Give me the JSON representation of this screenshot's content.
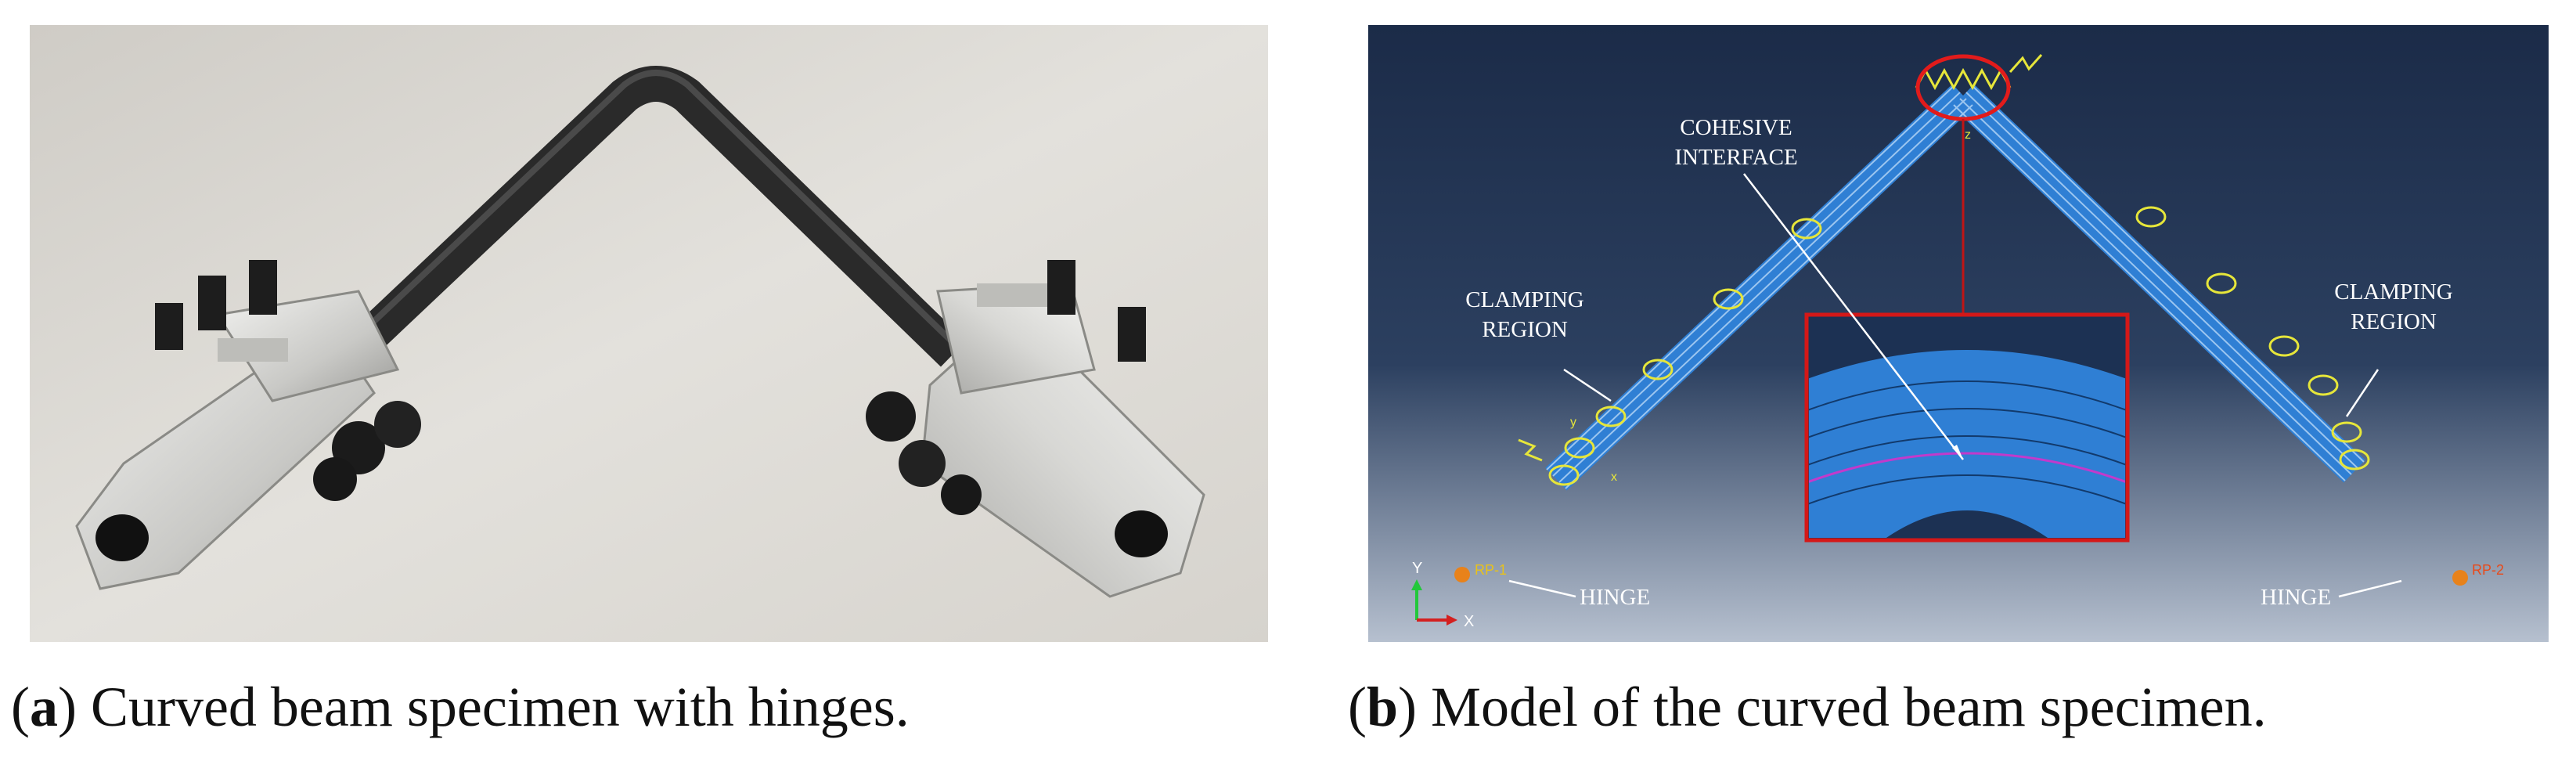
{
  "figure": {
    "panel_a": {
      "tag": "a",
      "caption_text": " Curved beam specimen with hinges."
    },
    "panel_b": {
      "tag": "b",
      "caption_text": " Model of the curved beam specimen.",
      "labels": {
        "cohesive_line1": "COHESIVE",
        "cohesive_line2": "INTERFACE",
        "clamp_left_line1": "CLAMPING",
        "clamp_left_line2": "REGION",
        "clamp_right_line1": "CLAMPING",
        "clamp_right_line2": "REGION",
        "hinge_left": "HINGE",
        "hinge_right": "HINGE",
        "rp_left": "RP-1",
        "rp_right": "RP-2",
        "axis_y": "Y",
        "axis_x": "X",
        "local_y": "y",
        "local_x": "x",
        "local_z": "z"
      }
    }
  }
}
